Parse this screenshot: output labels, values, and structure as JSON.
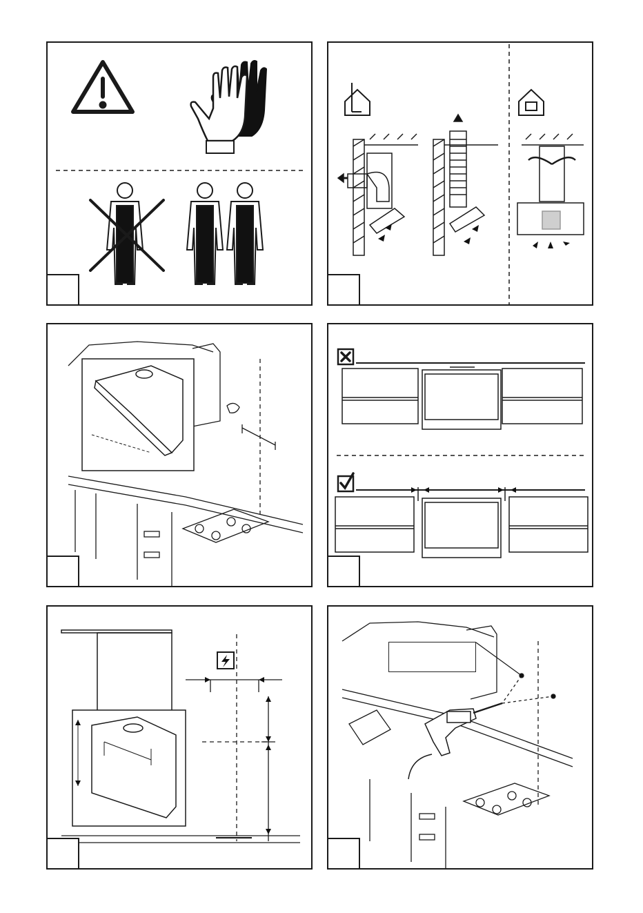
{
  "document": {
    "panels": [
      {
        "id": "safety",
        "step_label": ""
      },
      {
        "id": "venting-modes",
        "step_label": ""
      },
      {
        "id": "positioning",
        "step_label": ""
      },
      {
        "id": "cabinet-clearance",
        "step_label": ""
      },
      {
        "id": "measurements",
        "step_label": ""
      },
      {
        "id": "drilling",
        "step_label": ""
      }
    ],
    "callout_text": ""
  },
  "icons": {
    "warning": "warning-triangle-icon",
    "gloves": "protective-gloves-icon",
    "incorrect": "cross-box-icon",
    "correct": "check-box-icon",
    "electrical": "electric-bolt-icon",
    "house_exhaust": "house-exhaust-icon",
    "house_recirculation": "house-recirculation-icon"
  },
  "colors": {
    "line": "#1a1a1a",
    "fill_dark": "#111111",
    "filter_gray": "#cfcfcf"
  }
}
